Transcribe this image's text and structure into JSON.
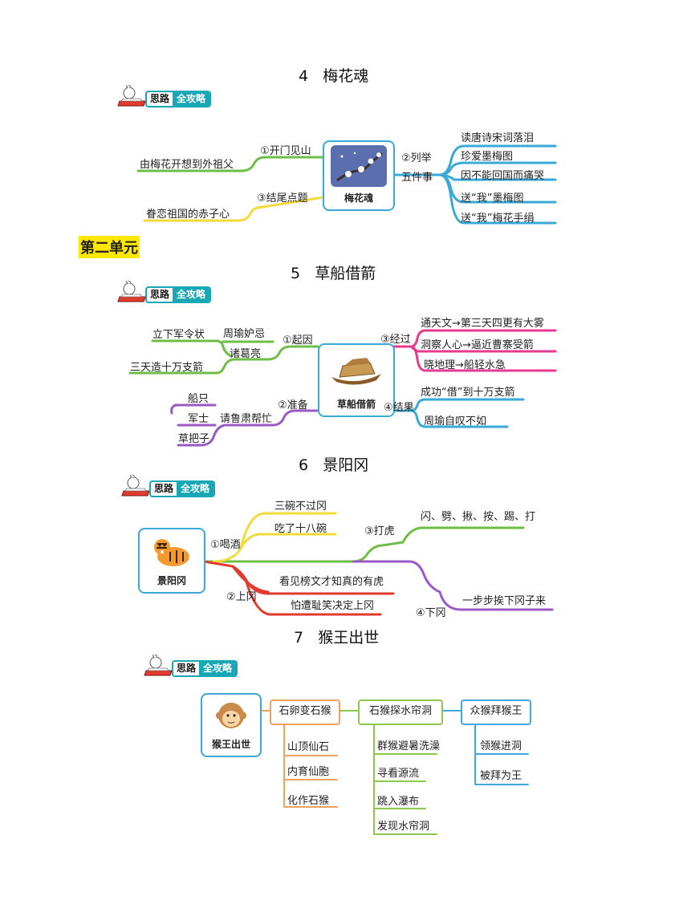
{
  "badge": {
    "part1": "思路",
    "part2": "全攻略"
  },
  "lesson4": {
    "title": "4   梅花魂",
    "center": "梅花魂",
    "left": [
      {
        "branch": "①开门见山",
        "leaf": "由梅花开想到外祖父"
      },
      {
        "branch": "③结尾点题",
        "leaf": "眷恋祖国的赤子心"
      }
    ],
    "right_branch": [
      "②列举",
      "五件事"
    ],
    "right_leaves": [
      "读唐诗宋词落泪",
      "珍爱墨梅图",
      "因不能回国而痛哭",
      "送“我”墨梅图",
      "送“我”梅花手绢"
    ]
  },
  "unit_label": "第二单元",
  "lesson5": {
    "title": "5   草船借箭",
    "center": "草船借箭",
    "cause": {
      "branch": "①起因",
      "sub1": "周瑜妒忌",
      "sub2": "诸葛亮",
      "leaf1": "立下军令状",
      "leaf2": "三天造十万支箭"
    },
    "prep": {
      "branch": "②准备",
      "sub": "请鲁肃帮忙",
      "leaves": [
        "船只",
        "军士",
        "草把子"
      ]
    },
    "process": {
      "branch": "③经过",
      "leaves": [
        "通天文→第三天四更有大雾",
        "洞察人心→逼近曹寨受箭",
        "晓地理→船轻水急"
      ]
    },
    "result": {
      "branch": "④结果",
      "leaves": [
        "成功“借”到十万支箭",
        "周瑜自叹不如"
      ]
    }
  },
  "lesson6": {
    "title": "6   景阳冈",
    "center": "景阳冈",
    "drink": {
      "branch": "①喝酒",
      "leaves": [
        "三碗不过冈",
        "吃了十八碗"
      ]
    },
    "fight": {
      "branch": "③打虎",
      "leaf": "闪、劈、揪、按、踢、打"
    },
    "up": {
      "branch": "②上冈",
      "leaves": [
        "看见榜文才知真的有虎",
        "怕遭耻笑决定上冈"
      ]
    },
    "down": {
      "branch": "④下冈",
      "leaf": "一步步挨下冈子来"
    }
  },
  "lesson7": {
    "title": "7   猴王出世",
    "center": "猴王出世",
    "col1": {
      "head": "石卵变石猴",
      "items": [
        "山顶仙石",
        "内育仙胞",
        "化作石猴"
      ]
    },
    "col2": {
      "head": "石猴探水帘洞",
      "items": [
        "群猴避暑洗澡",
        "寻看源流",
        "跳入瀑布",
        "发现水帘洞"
      ]
    },
    "col3": {
      "head": "众猴拜猴王",
      "items": [
        "领猴进洞",
        "被拜为王"
      ]
    }
  },
  "colors": {
    "teal": "#18a7b5",
    "blue": "#39a9d8",
    "green": "#6dbe45",
    "yellow": "#f3d93a",
    "pink": "#e6398f",
    "purple": "#9b59c6",
    "red": "#e23b2e",
    "orange": "#f0a15a"
  }
}
